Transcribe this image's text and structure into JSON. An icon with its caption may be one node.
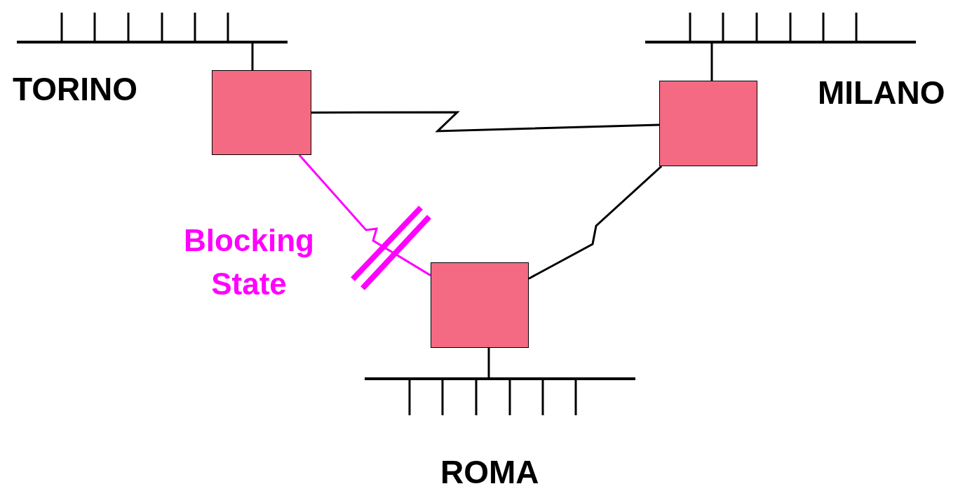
{
  "diagram": {
    "nodes": [
      {
        "text": [],
        "shape": "box"
      },
      {
        "text": [],
        "shape": "box"
      },
      {
        "text": [],
        "shape": "box"
      },
      {
        "text": [],
        "shape": "bar"
      },
      {
        "text": [],
        "shape": "bar"
      },
      {
        "text": [],
        "shape": "bar"
      }
    ],
    "edges": [
      {
        "from": 3,
        "to": 0,
        "arrow": "none"
      },
      {
        "from": 4,
        "to": 1,
        "arrow": "none"
      },
      {
        "from": 5,
        "to": 2,
        "arrow": "none"
      },
      {
        "from": 0,
        "to": 1,
        "arrow": "none"
      },
      {
        "from": 1,
        "to": 2,
        "arrow": "none"
      },
      {
        "from": 0,
        "to": 2,
        "arrow": "none",
        "color": "#ff00ff"
      }
    ],
    "labels": [
      "TORINO",
      "MILANO",
      "Blocking State",
      "ROMA"
    ]
  }
}
